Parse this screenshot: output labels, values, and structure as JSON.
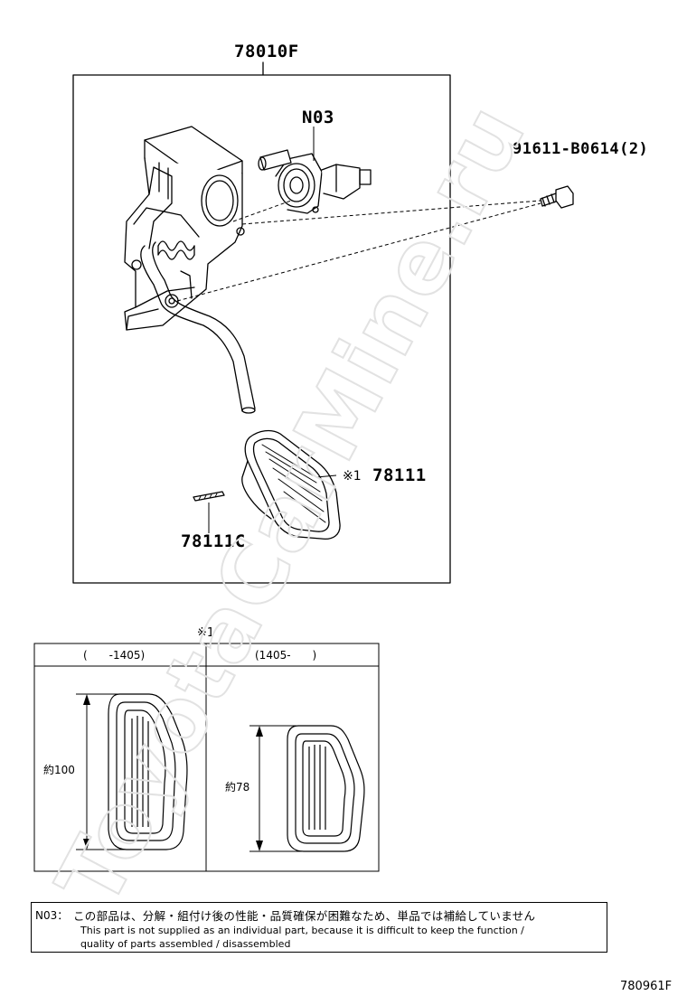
{
  "labels": {
    "assembly": "78010F",
    "sensor": "N03",
    "bolt": "91611-B0614(2)",
    "pad_mark": "※1",
    "pad": "78111",
    "clip": "78111C"
  },
  "variants": {
    "mark": "※1",
    "left_header": "(　　-1405)",
    "right_header": "(1405-　　)",
    "left_dim": "約100",
    "right_dim": "約78"
  },
  "note": {
    "code": "N03：",
    "jp": "この部品は、分解・組付け後の性能・品質確保が困難なため、単品では補給していません",
    "en1": "This part is not supplied as an individual part, because it is difficult to keep the function /",
    "en2": "quality of parts assembled / disassembled"
  },
  "figure_id": "780961F",
  "watermark": "ToyotaCarMine.ru"
}
